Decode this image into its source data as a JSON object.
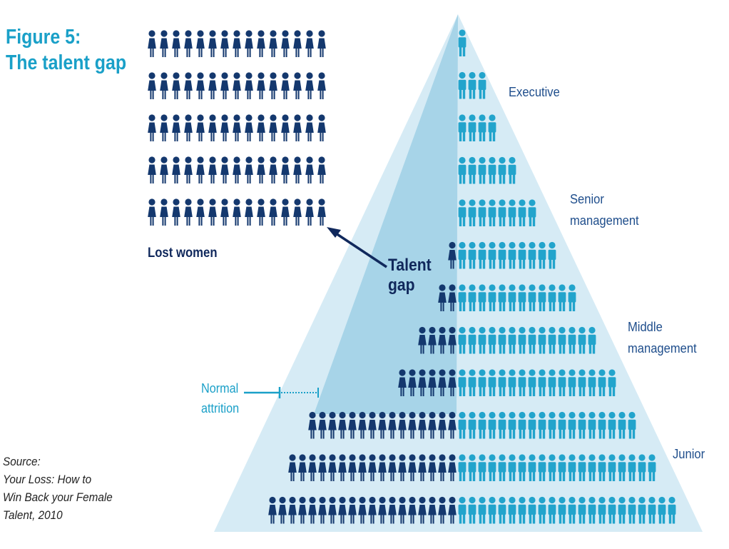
{
  "figure": {
    "title_line1": "Figure 5:",
    "title_line2": "The talent gap"
  },
  "levels": {
    "executive": "Executive",
    "senior_line1": "Senior",
    "senior_line2": "management",
    "middle_line1": "Middle",
    "middle_line2": "management",
    "junior": "Junior"
  },
  "lost_women_label": "Lost women",
  "talent_gap_line1": "Talent",
  "talent_gap_line2": "gap",
  "attrition_line1": "Normal",
  "attrition_line2": "attrition",
  "source": {
    "line1": "Source:",
    "line2": "Your Loss: How to",
    "line3": "Win Back your Female",
    "line4": "Talent, 2010"
  },
  "colors": {
    "women": "#14386e",
    "men": "#22a4cc",
    "pyramid_outer": "#d6ebf5",
    "pyramid_inner": "#a7d4e8",
    "accent": "#1aa0c8"
  },
  "pyramid_rows": [
    {
      "women": 0,
      "men": 1
    },
    {
      "women": 0,
      "men": 3
    },
    {
      "women": 0,
      "men": 4
    },
    {
      "women": 0,
      "men": 6
    },
    {
      "women": 0,
      "men": 8
    },
    {
      "women": 1,
      "men": 10
    },
    {
      "women": 2,
      "men": 12
    },
    {
      "women": 4,
      "men": 14
    },
    {
      "women": 6,
      "men": 16
    },
    {
      "women": 15,
      "men": 18
    },
    {
      "women": 17,
      "men": 20
    },
    {
      "women": 19,
      "men": 22
    }
  ],
  "lost_women_grid": {
    "rows": 5,
    "cols": 15
  }
}
